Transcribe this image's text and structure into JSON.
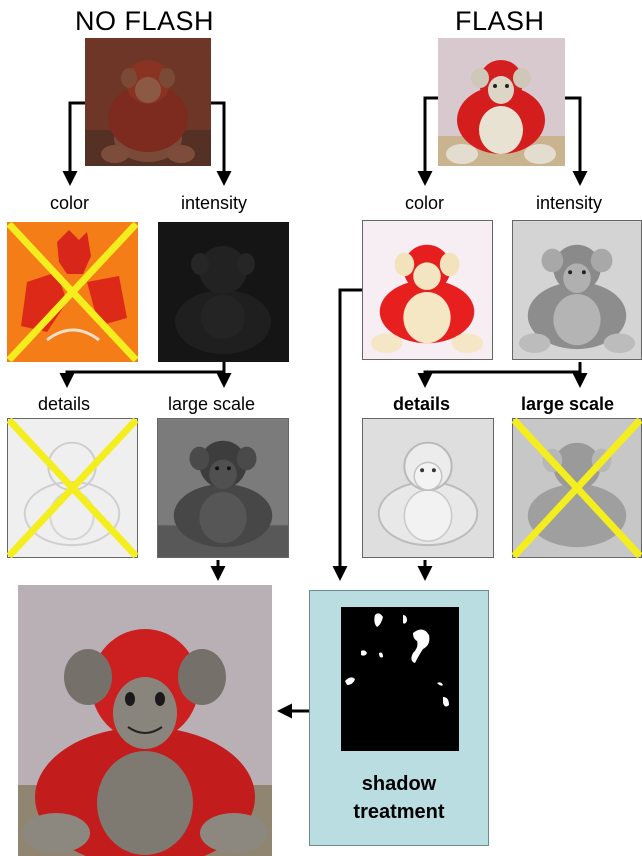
{
  "titles": {
    "no_flash": "NO FLASH",
    "flash": "FLASH"
  },
  "labels": {
    "nf_color": "color",
    "nf_intensity": "intensity",
    "f_color": "color",
    "f_intensity": "intensity",
    "nf_details": "details",
    "nf_large_scale": "large scale",
    "f_details": "details",
    "f_large_scale": "large scale"
  },
  "shadow": {
    "line1": "shadow",
    "line2": "treatment"
  },
  "colors": {
    "cross": "#f4ee1e",
    "monkey_red": "#d91e1e",
    "shadow_box": "#b9dde1",
    "nf_tint": "#7a3a22"
  }
}
